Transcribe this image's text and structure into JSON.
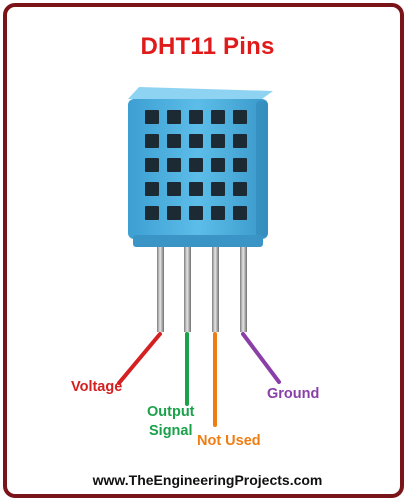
{
  "title": "DHT11 Pins",
  "pins": [
    {
      "label": "Voltage",
      "color": "#d42020"
    },
    {
      "label_line1": "Output",
      "label_line2": "Signal",
      "color": "#1aa14a"
    },
    {
      "label": "Not Used",
      "color": "#f07d12"
    },
    {
      "label": "Ground",
      "color": "#8a3fa8"
    }
  ],
  "sensor_color": "#4fb3e3",
  "footer": "www.TheEngineeringProjects.com"
}
